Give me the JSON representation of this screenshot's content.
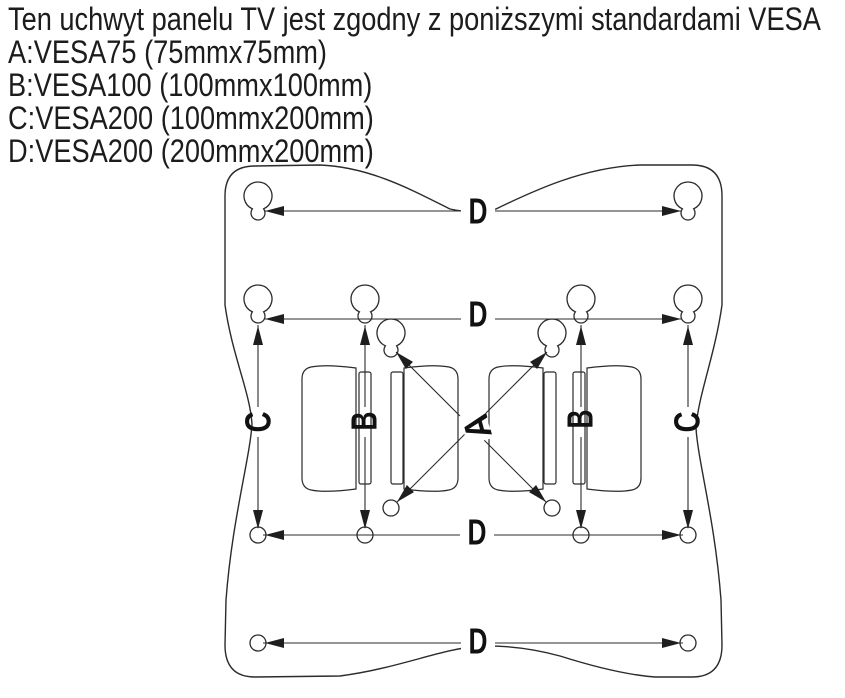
{
  "intro": {
    "title": "Ten uchwyt panelu TV jest zgodny z poniższymi standardami VESA",
    "standards": [
      "A:VESA75 (75mmx75mm)",
      "B:VESA100 (100mmx100mm)",
      "C:VESA200 (100mmx200mm)",
      "D:VESA200 (200mmx200mm)"
    ]
  },
  "diagram": {
    "labels": {
      "a": "A",
      "b": "B",
      "c": "C",
      "d": "D"
    },
    "colors": {
      "line": "#2b2b2b",
      "label": "#111111",
      "background": "#ffffff"
    }
  }
}
